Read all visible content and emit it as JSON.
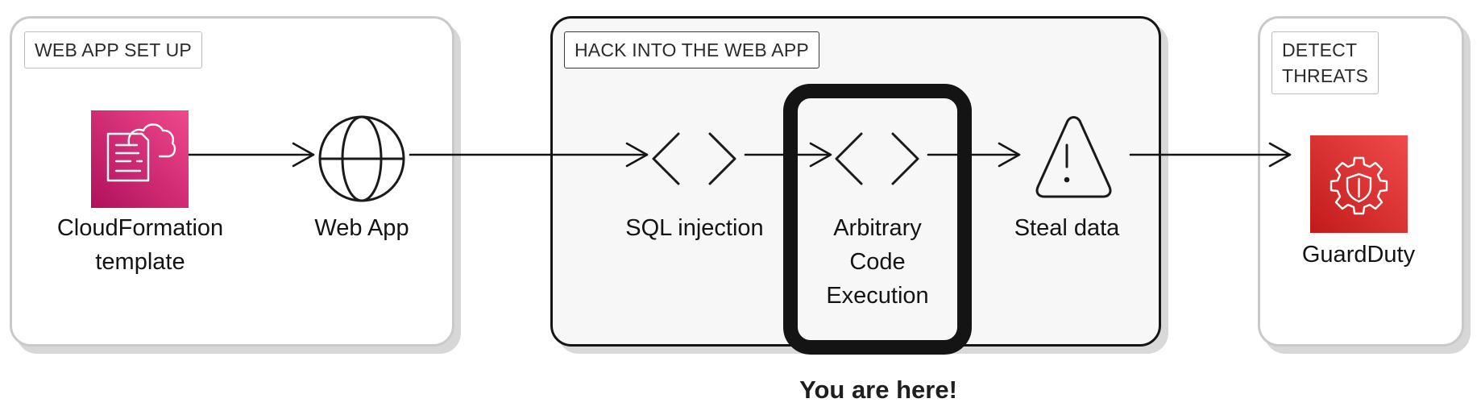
{
  "sections": {
    "setup": {
      "title": "WEB APP SET UP"
    },
    "hack": {
      "title": "HACK INTO THE WEB APP"
    },
    "detect": {
      "title": "DETECT\nTHREATS"
    }
  },
  "nodes": {
    "cloudformation": {
      "label": "CloudFormation\ntemplate",
      "icon": "cloudformation-icon",
      "color_top": "#f0498d",
      "color_bottom": "#b0105b"
    },
    "webapp": {
      "label": "Web App",
      "icon": "globe-icon"
    },
    "sqli": {
      "label": "SQL injection",
      "icon": "code-brackets-icon"
    },
    "ace": {
      "label": "Arbitrary\nCode\nExecution",
      "icon": "code-brackets-icon"
    },
    "steal": {
      "label": "Steal data",
      "icon": "warning-icon"
    },
    "guardduty": {
      "label": "GuardDuty",
      "icon": "guardduty-icon",
      "color_top": "#f04b4b",
      "color_bottom": "#c21a1a"
    }
  },
  "highlight": {
    "label": "You are here!"
  }
}
